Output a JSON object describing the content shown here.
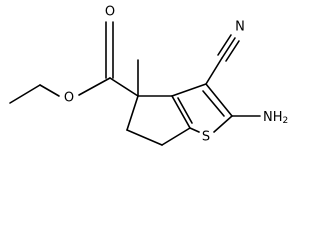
{
  "molecule": {
    "atoms": {
      "nitrogen_nitrile": "N",
      "oxygen_carbonyl": "O",
      "oxygen_ester": "O",
      "amino_group": "NH2",
      "sulfur": "S"
    }
  }
}
